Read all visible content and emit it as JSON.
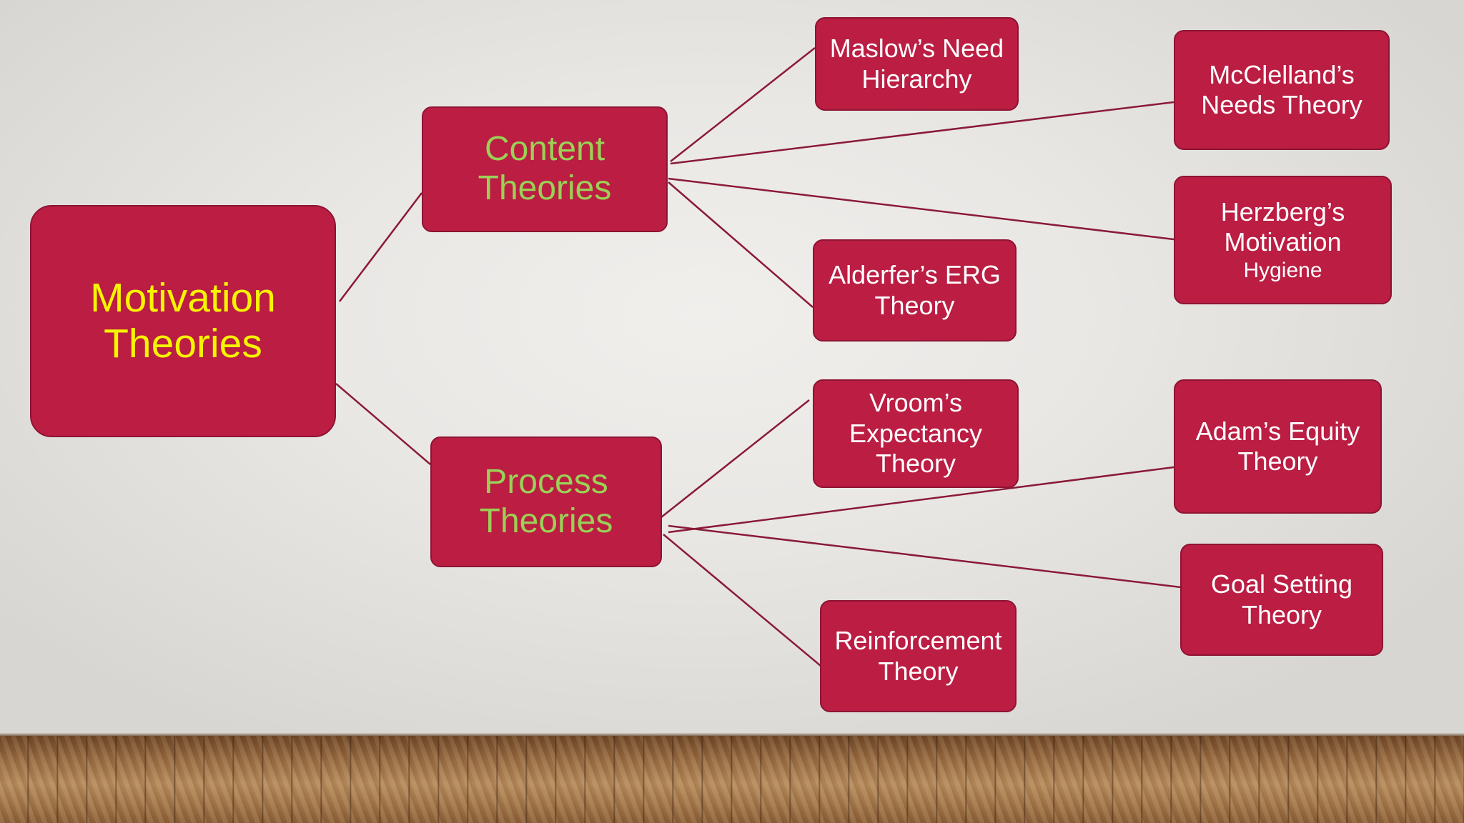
{
  "diagram": {
    "root": {
      "lines": [
        "Motivation",
        "Theories"
      ]
    },
    "categories": [
      {
        "lines": [
          "Content",
          "Theories"
        ],
        "theories": [
          {
            "lines": [
              "Maslow’s Need",
              "Hierarchy"
            ]
          },
          {
            "lines": [
              "McClelland’s",
              "Needs Theory"
            ]
          },
          {
            "lines": [
              "Herzberg’s",
              "Motivation",
              "Hygiene"
            ]
          },
          {
            "lines": [
              "Alderfer’s ERG",
              "Theory"
            ]
          }
        ]
      },
      {
        "lines": [
          "Process",
          "Theories"
        ],
        "theories": [
          {
            "lines": [
              "Vroom’s",
              "Expectancy",
              "Theory"
            ]
          },
          {
            "lines": [
              "Adam’s Equity",
              "Theory"
            ]
          },
          {
            "lines": [
              "Goal Setting",
              "Theory"
            ]
          },
          {
            "lines": [
              "Reinforcement",
              "Theory"
            ]
          }
        ]
      }
    ]
  },
  "colors": {
    "node_fill": "#bb1d43",
    "root_text": "#f5f500",
    "category_text": "#9bd056",
    "leaf_text": "#ffffff",
    "connector": "#8a1a38"
  }
}
